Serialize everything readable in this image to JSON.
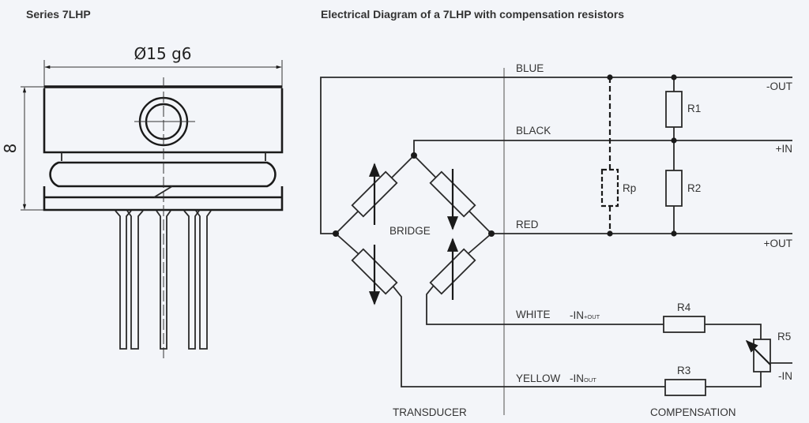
{
  "left_panel": {
    "title": "Series 7LHP",
    "diameter_label": "Ø15  g6",
    "height_label": "8"
  },
  "right_panel": {
    "title": "Electrical Diagram of a 7LHP with compensation resistors",
    "wires": {
      "blue": "BLUE",
      "black": "BLACK",
      "red": "RED",
      "white": "WHITE",
      "yellow": "YELLOW"
    },
    "terminals": {
      "minus_out": "-OUT",
      "plus_in": "+IN",
      "plus_out": "+OUT",
      "minus_in": "-IN"
    },
    "white_signal": {
      "main": "-IN",
      "sub": "+OUT"
    },
    "yellow_signal": {
      "main": "-IN",
      "sub": "OUT"
    },
    "components": {
      "r1": "R1",
      "r2": "R2",
      "rp": "Rp",
      "r3": "R3",
      "r4": "R4",
      "r5": "R5",
      "bridge": "BRIDGE"
    },
    "sections": {
      "transducer": "TRANSDUCER",
      "compensation": "COMPENSATION"
    }
  }
}
